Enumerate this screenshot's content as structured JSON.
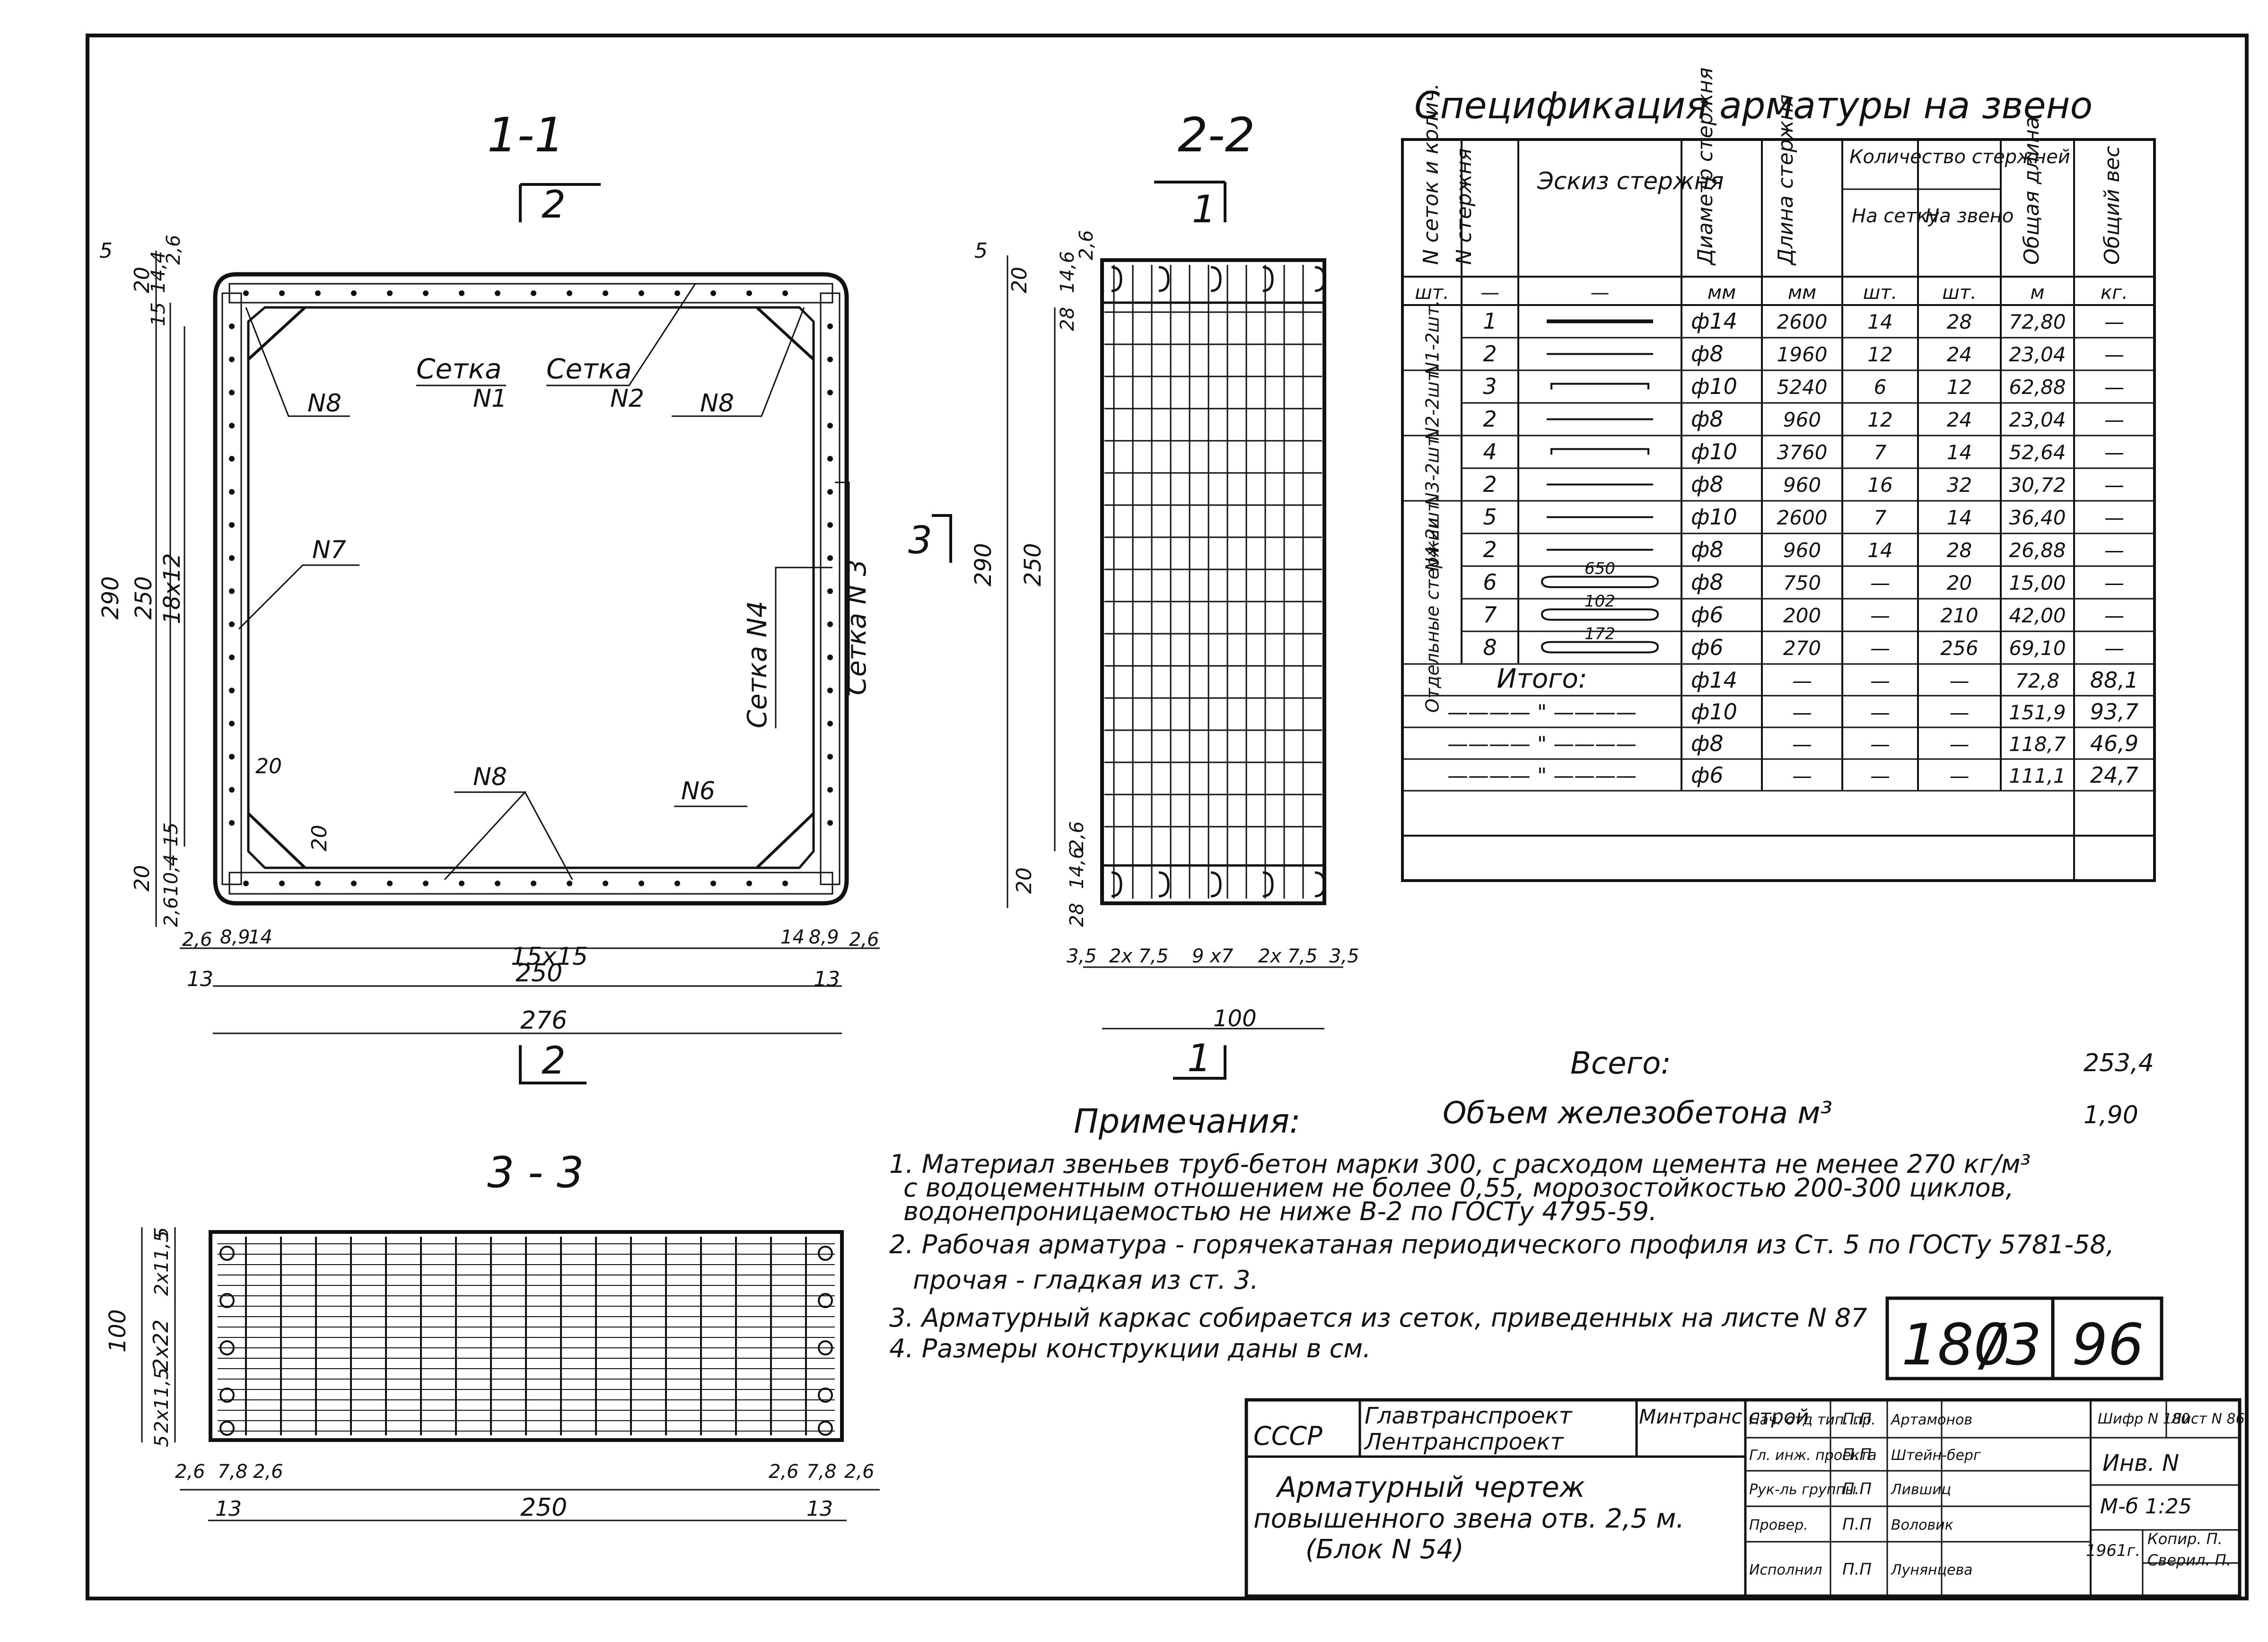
{
  "sections": {
    "s11": {
      "title": "1-1",
      "cut_mark": "2",
      "cut_mark_bottom": "2"
    },
    "s22": {
      "title": "2-2",
      "cut_mark": "1",
      "cut_mark_bottom": "1"
    },
    "s33": {
      "title": "3 - 3",
      "cut_mark": "3"
    }
  },
  "section11_labels": {
    "setka1": "Сетка",
    "setka1_n": "N1",
    "setka2": "Сетка",
    "setka2_n": "N2",
    "n8_left": "N8",
    "n8_right": "N8",
    "n7": "N7",
    "n8_bottom": "N8",
    "n6": "N6",
    "setka4": "Сетка N4",
    "setka3": "Сетка N 3"
  },
  "section11_dims": {
    "d5": "5",
    "d20_top": "20",
    "d14_4": "14,4",
    "d2_6": "2,6",
    "d15_top": "15",
    "d290": "290",
    "d250": "250",
    "d18x12": "18x12",
    "d20_inner1": "20",
    "d20_inner2": "20",
    "d15_bot": "15",
    "d20_bot": "20",
    "d10_4": "10,4",
    "d2_6_bot": "2,6",
    "b2_6_l": "2,6",
    "b8_9_l": "8,9",
    "b14_l": "14",
    "b15x15": "15x15",
    "b14_r": "14",
    "b8_9_r": "8,9",
    "b2_6_r": "2,6",
    "b13_l": "13",
    "b250": "250",
    "b13_r": "13",
    "b276": "276"
  },
  "section22_dims": {
    "d5": "5",
    "d2_6_top": "2,6",
    "d20": "20",
    "d14_6": "14,6",
    "d28": "28",
    "d290": "290",
    "d250": "250",
    "d2_6_bot": "2,6",
    "d20_bot": "20",
    "d14_6_bot": "14,6",
    "d28_bot": "28",
    "b3_5_l": "3,5",
    "b2x7_5_l": "2x 7,5",
    "b9x7": "9 x7",
    "b2x7_5_r": "2x 7,5",
    "b3_5_r": "3,5",
    "b100": "100"
  },
  "section33_dims": {
    "d5_top": "5",
    "d2x11_5_top": "2x11,5",
    "d100": "100",
    "d2x22": "2x22",
    "d5_bot": "5",
    "d2x11_5_bot": "2x11,5",
    "b2_6_l": "2,6",
    "b7_8_l": "7,8",
    "b2_6_l2": "2,6",
    "b2_6_r": "2,6",
    "b7_8_r": "7,8",
    "b2_6_r2": "2,6",
    "b13_l": "13",
    "b250": "250",
    "b13_r": "13"
  },
  "spec": {
    "title": "Спецификация арматуры на звено",
    "headers": {
      "col1": "N сеток и колич.",
      "col2": "N стержня",
      "col3": "Эскиз стержня",
      "col4": "Диаметр стержня",
      "col5": "Длина стержня",
      "col67": "Количество стержней",
      "col6": "На сетку",
      "col7": "На звено",
      "col8": "Общая длина",
      "col9": "Общий вес"
    },
    "units": [
      "шт.",
      "—",
      "—",
      "мм",
      "мм",
      "шт.",
      "шт.",
      "м",
      "кг."
    ],
    "groups": [
      {
        "label": "N1-2шт."
      },
      {
        "label": "N2-2шт."
      },
      {
        "label": "N3-2шт."
      },
      {
        "label": "N4-2шт."
      },
      {
        "label": "Отдельные стержни"
      }
    ],
    "rows": [
      {
        "n": "1",
        "d": "ф14",
        "len": "2600",
        "per_mesh": "14",
        "per_link": "28",
        "total_len": "72,80",
        "weight": "—"
      },
      {
        "n": "2",
        "d": "ф8",
        "len": "1960",
        "per_mesh": "12",
        "per_link": "24",
        "total_len": "23,04",
        "weight": "—"
      },
      {
        "n": "3",
        "d": "ф10",
        "len": "5240",
        "per_mesh": "6",
        "per_link": "12",
        "total_len": "62,88",
        "weight": "—"
      },
      {
        "n": "2",
        "d": "ф8",
        "len": "960",
        "per_mesh": "12",
        "per_link": "24",
        "total_len": "23,04",
        "weight": "—"
      },
      {
        "n": "4",
        "d": "ф10",
        "len": "3760",
        "per_mesh": "7",
        "per_link": "14",
        "total_len": "52,64",
        "weight": "—"
      },
      {
        "n": "2",
        "d": "ф8",
        "len": "960",
        "per_mesh": "16",
        "per_link": "32",
        "total_len": "30,72",
        "weight": "—"
      },
      {
        "n": "5",
        "d": "ф10",
        "len": "2600",
        "per_mesh": "7",
        "per_link": "14",
        "total_len": "36,40",
        "weight": "—"
      },
      {
        "n": "2",
        "d": "ф8",
        "len": "960",
        "per_mesh": "14",
        "per_link": "28",
        "total_len": "26,88",
        "weight": "—"
      },
      {
        "n": "6",
        "d": "ф8",
        "len": "750",
        "per_mesh": "—",
        "per_link": "20",
        "total_len": "15,00",
        "weight": "—",
        "sketch": "650"
      },
      {
        "n": "7",
        "d": "ф6",
        "len": "200",
        "per_mesh": "—",
        "per_link": "210",
        "total_len": "42,00",
        "weight": "—",
        "sketch": "102"
      },
      {
        "n": "8",
        "d": "ф6",
        "len": "270",
        "per_mesh": "—",
        "per_link": "256",
        "total_len": "69,10",
        "weight": "—",
        "sketch": "172"
      }
    ],
    "totals": [
      {
        "label": "Итого:",
        "d": "ф14",
        "a": "—",
        "b": "—",
        "c": "—",
        "total_len": "72,8",
        "weight": "88,1"
      },
      {
        "label": "———— \" ————",
        "d": "ф10",
        "a": "—",
        "b": "—",
        "c": "—",
        "total_len": "151,9",
        "weight": "93,7"
      },
      {
        "label": "———— \" ————",
        "d": "ф8",
        "a": "—",
        "b": "—",
        "c": "—",
        "total_len": "118,7",
        "weight": "46,9"
      },
      {
        "label": "———— \" ————",
        "d": "ф6",
        "a": "—",
        "b": "—",
        "c": "—",
        "total_len": "111,1",
        "weight": "24,7"
      }
    ],
    "grand_total": {
      "label": "Всего:",
      "value": "253,4"
    },
    "volume": {
      "label": "Объем железобетона  м³",
      "value": "1,90"
    }
  },
  "notes": {
    "title": "Примечания:",
    "lines": [
      "1. Материал звеньев труб-бетон марки 300, с расходом цемента не менее 270 кг/м³",
      "с водоцементным отношением не более 0,55, морозостойкостью 200-300 циклов,",
      "водонепроницаемостью не ниже В-2 по ГОСТу 4795-59.",
      "2. Рабочая арматура - горячекатаная периодического профиля из Ст. 5 по ГОСТу 5781-58,",
      "прочая - гладкая из ст. 3.",
      "3. Арматурный каркас собирается из сеток, приведенных на листе N 87",
      "4. Размеры конструкции даны в см."
    ]
  },
  "sheet_number": {
    "a": "180",
    "b": "3",
    "c": "96"
  },
  "stamp": {
    "country": "СССР",
    "org1": "Главтранспроект",
    "org2": "Лентранспроект",
    "org3": "Минтранс строй",
    "title1": "Арматурный чертеж",
    "title2": "повышенного звена отв. 2,5 м.",
    "title3": "(Блок N 54)",
    "roles": [
      "Нач. отд тип. пр.",
      "Гл. инж. проекта",
      "Рук-ль группы",
      "Провер.",
      "Исполнил"
    ],
    "signs": [
      "П.П",
      "П.П",
      "П.П",
      "П.П",
      "П.П"
    ],
    "names": [
      "Артамонов",
      "Штейн-берг",
      "Лившиц",
      "Воловик",
      "Лунянцева"
    ],
    "year": "1961г.",
    "shifr": "Шифр N 180",
    "list": "Лист N 86",
    "inv": "Инв. N",
    "scale": "М-б  1:25",
    "copy": "Копир. П.",
    "check": "Сверил. П."
  }
}
